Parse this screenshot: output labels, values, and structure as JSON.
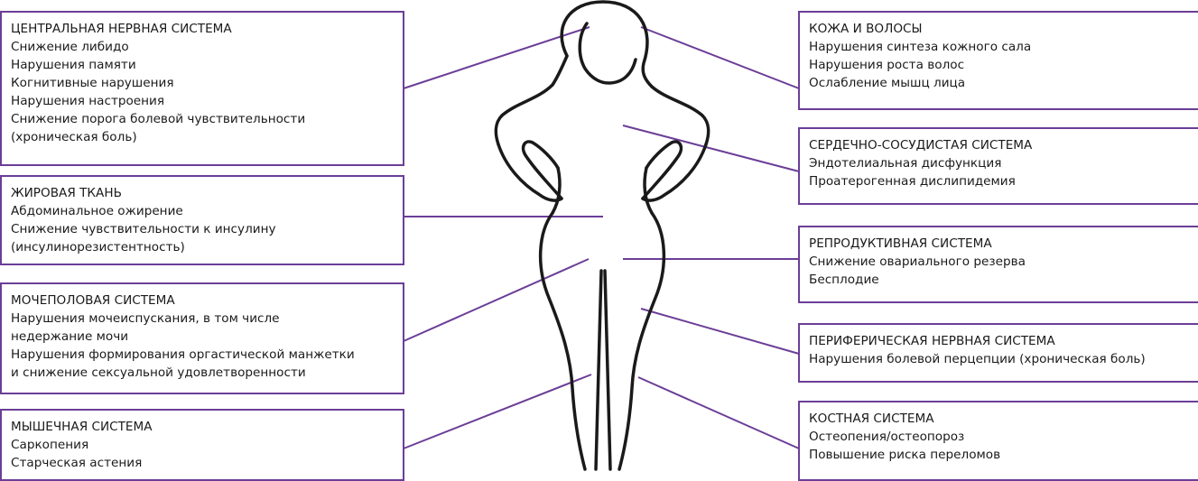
{
  "colors": {
    "frame": "#6b3e97",
    "connector": "#6b3e97",
    "silhouette": "#1a1a1a"
  },
  "left_boxes": [
    {
      "title": "ЦЕНТРАЛЬНАЯ НЕРВНАЯ СИСТЕМА",
      "items": [
        "Снижение либидо",
        "Нарушения памяти",
        "Когнитивные нарушения",
        "Нарушения настроения",
        "Снижение порога болевой чувствительности",
        "(хроническая боль)"
      ]
    },
    {
      "title": "ЖИРОВАЯ ТКАНЬ",
      "items": [
        "Абдоминальное ожирение",
        "Снижение чувствительности к инсулину",
        "(инсулинорезистентность)"
      ]
    },
    {
      "title": "МОЧЕПОЛОВАЯ СИСТЕМА",
      "items": [
        "Нарушения мочеиспускания, в том числе",
        "недержание мочи",
        "Нарушения формирования оргастической манжетки",
        "и снижение сексуальной удовлетворенности"
      ]
    },
    {
      "title": "МЫШЕЧНАЯ СИСТЕМА",
      "items": [
        "Саркопения",
        "Старческая астения"
      ]
    }
  ],
  "right_boxes": [
    {
      "title": "КОЖА И ВОЛОСЫ",
      "items": [
        "Нарушения синтеза кожного сала",
        "Нарушения роста волос",
        "Ослабление мышц лица"
      ]
    },
    {
      "title": "СЕРДЕЧНО-СОСУДИСТАЯ СИСТЕМА",
      "items": [
        "Эндотелиальная дисфункция",
        "Проатерогенная дислипидемия"
      ]
    },
    {
      "title": "РЕПРОДУКТИВНАЯ СИСТЕМА",
      "items": [
        "Снижение овариального резерва",
        "Бесплодие"
      ]
    },
    {
      "title": "ПЕРИФЕРИЧЕСКАЯ НЕРВНАЯ СИСТЕМА",
      "items": [
        "Нарушения болевой перцепции (хроническая боль)"
      ]
    },
    {
      "title": "КОСТНАЯ СИСТЕМА",
      "items": [
        "Остеопения/остеопороз",
        "Повышение риска переломов"
      ]
    }
  ]
}
